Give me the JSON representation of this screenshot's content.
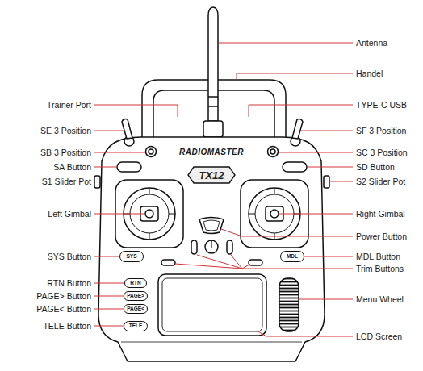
{
  "diagram": {
    "nodes": [
      {
        "text": [
          "TX12"
        ]
      },
      {
        "text": [
          "SYS"
        ]
      },
      {
        "text": [
          "MDL"
        ]
      },
      {
        "text": [
          "RTN"
        ]
      },
      {
        "text": [
          "PAGE>"
        ]
      },
      {
        "text": [
          "PAGE<"
        ]
      },
      {
        "text": [
          "TELE"
        ]
      }
    ],
    "labels": [
      "Antenna",
      "Handel",
      "Trainer Port",
      "TYPE-C USB",
      "SE 3 Position",
      "SF 3 Position",
      "SB 3 Position",
      "RADIOMASTER",
      "SC 3 Position",
      "SA Button",
      "SD Button",
      "S1 Slider Pot",
      "S2 Slider Pot",
      "Left Gimbal",
      "Right Gimbal",
      "Power Button",
      "SYS Button",
      "MDL Button",
      "Trim Buttons",
      "RTN Button",
      "PAGE> Button",
      "Menu Wheel",
      "PAGE< Button",
      "TELE Button",
      "LCD Screen"
    ]
  }
}
